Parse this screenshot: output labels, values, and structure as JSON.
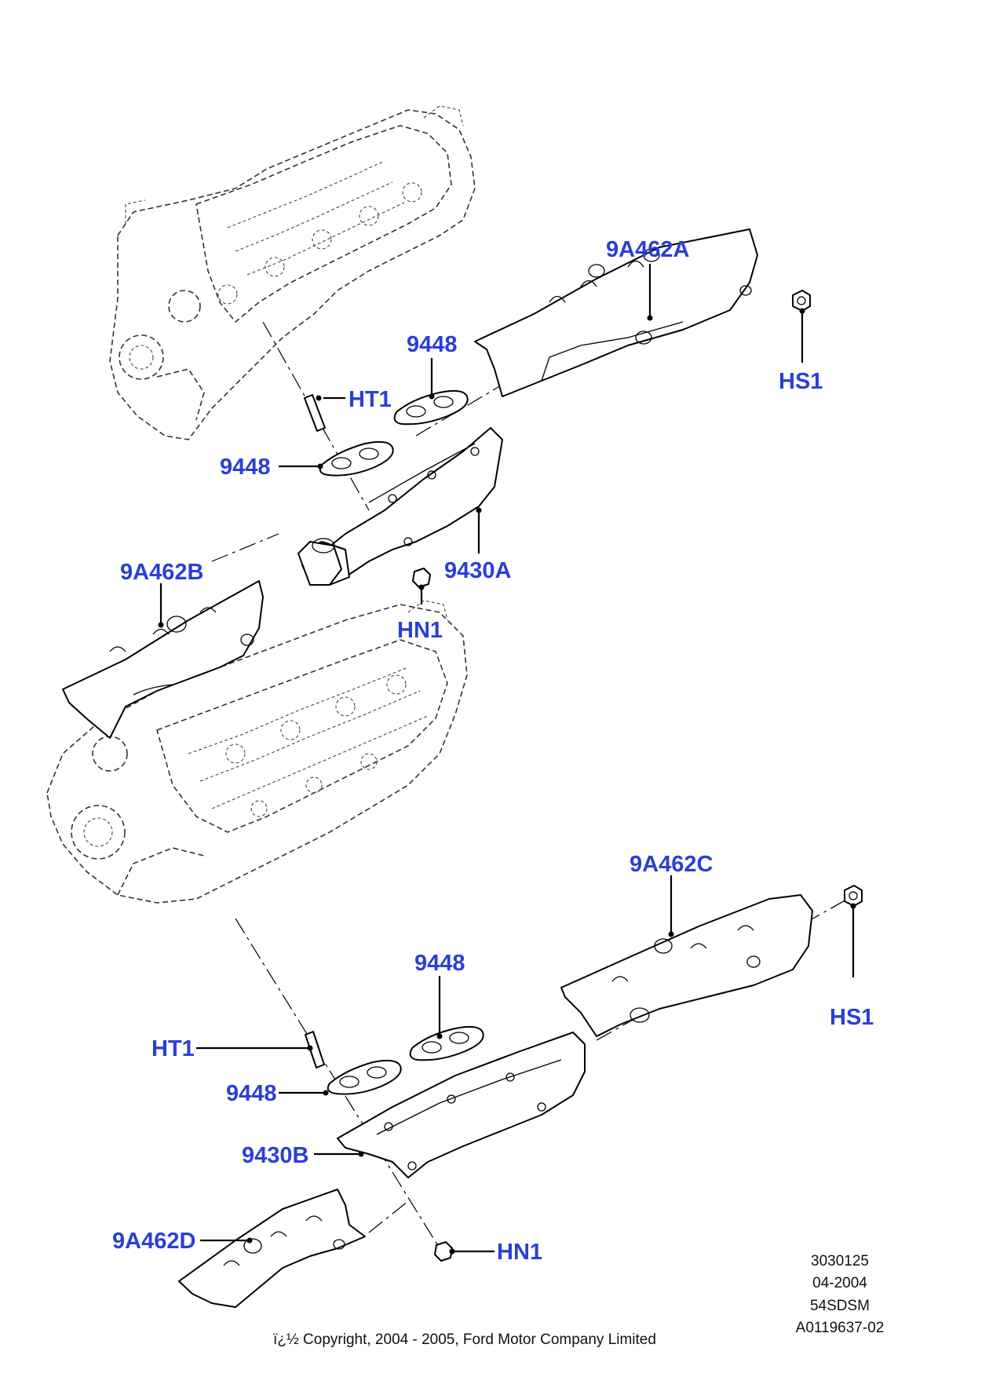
{
  "callouts": {
    "top_heatshield_a": "9A462A",
    "top_bolt_hs1": "HS1",
    "top_stud_ht1": "HT1",
    "top_gasket_upper": "9448",
    "top_gasket_lower": "9448",
    "top_manifold": "9430A",
    "top_nut_hn1": "HN1",
    "top_heatshield_b": "9A462B",
    "bottom_heatshield_c": "9A462C",
    "bottom_bolt_hs1": "HS1",
    "bottom_gasket_upper": "9448",
    "bottom_stud_ht1": "HT1",
    "bottom_gasket_lower": "9448",
    "bottom_manifold": "9430B",
    "bottom_heatshield_d": "9A462D",
    "bottom_nut_hn1": "HN1"
  },
  "meta": {
    "drawing_number": "3030125",
    "date": "04-2004",
    "model_code": "54SDSM",
    "illustration_id": "A0119637-02",
    "copyright": "ï¿½ Copyright, 2004 - 2005, Ford Motor Company Limited"
  },
  "colors": {
    "callout": "#2b3fd6",
    "line": "#000000",
    "background": "#ffffff"
  },
  "icons": [
    "engine-block-upper",
    "engine-block-lower",
    "exhaust-manifold",
    "heat-shield",
    "gasket",
    "stud",
    "nut",
    "bolt"
  ]
}
